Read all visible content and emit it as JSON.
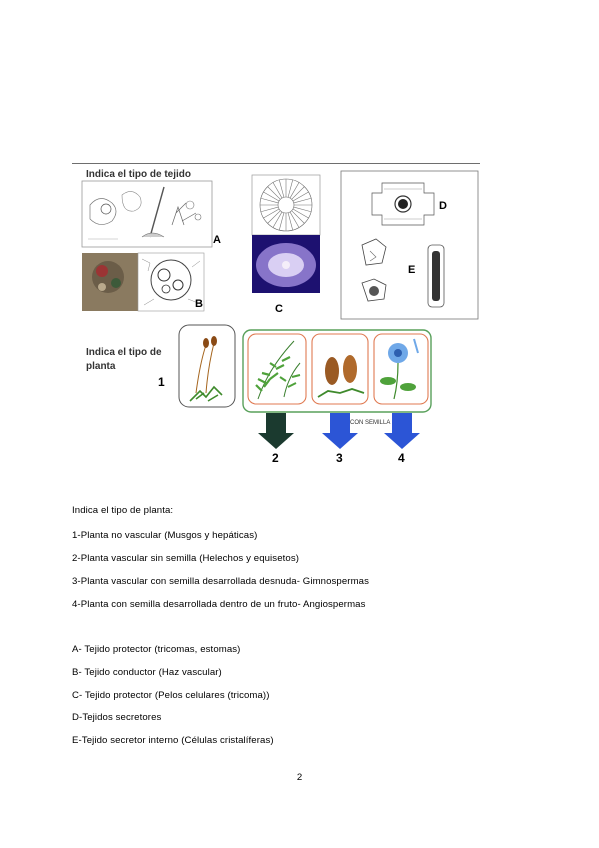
{
  "figure": {
    "tejido_heading": "Indica el tipo de tejido",
    "planta_heading_1": "Indica el tipo de",
    "planta_heading_2": "planta",
    "labels": {
      "a": "A",
      "b": "B",
      "c": "C",
      "d": "D",
      "e": "E"
    },
    "numbers": {
      "n1": "1",
      "n2": "2",
      "n3": "3",
      "n4": "4"
    },
    "semilla_tag": "CON SEMILLA",
    "colors": {
      "arrow_blue": "#2c55d6",
      "arrow_dark": "#1b3a2f",
      "frame_green": "#58a05a",
      "frame_orange": "#e07a52",
      "purple_bg": "#1d1170"
    }
  },
  "text": {
    "heading": "Indica el tipo de planta:",
    "plants": [
      "1-Planta no vascular (Musgos y hepáticas)",
      "2-Planta vascular sin semilla (Helechos y equisetos)",
      "3-Planta vascular con semilla desarrollada desnuda- Gimnospermas",
      "4-Planta con semilla desarrollada dentro de un fruto- Angiospermas"
    ],
    "tissues": [
      "A- Tejido protector (tricomas, estomas)",
      "B- Tejido conductor (Haz vascular)",
      "C- Tejido protector (Pelos celulares (tricoma))",
      "D-Tejidos secretores",
      "E-Tejido secretor interno (Células cristalíferas)"
    ]
  },
  "page_number": "2"
}
